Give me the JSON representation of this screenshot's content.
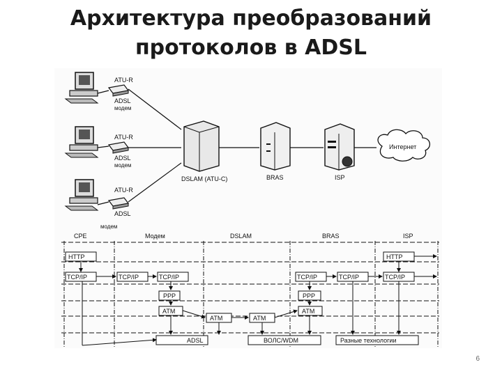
{
  "slide": {
    "title_line1": "Архитектура преобразований",
    "title_line2": "протоколов в ADSL",
    "page_number": "6"
  },
  "diagram": {
    "terminals": [
      {
        "atu": "ATU-R",
        "modem_line1": "ADSL",
        "modem_line2": "модем"
      },
      {
        "atu": "ATU-R",
        "modem_line1": "ADSL",
        "modem_line2": "модем"
      },
      {
        "atu": "ATU-R",
        "modem_line1": "ADSL",
        "modem_line2": "модем"
      }
    ],
    "nodes": {
      "dslam": "DSLAM (ATU-C)",
      "bras": "BRAS",
      "isp": "ISP",
      "internet": "Интернет"
    },
    "stack": {
      "headers": [
        "CPE",
        "Модем",
        "DSLAM",
        "BRAS",
        "ISP"
      ],
      "cpe_http": "HTTP",
      "cpe_tcpip": "TCP/IP",
      "modem_tcpip_1": "TCP/IP",
      "modem_tcpip_2": "TCP/IP",
      "modem_ppp": "PPP",
      "modem_atm": "ATM",
      "dslam_atm_1": "ATM",
      "dslam_atm_2": "ATM",
      "bras_tcpip_1": "TCP/IP",
      "bras_tcpip_2": "TCP/IP",
      "bras_ppp": "PPP",
      "bras_atm": "ATM",
      "isp_http": "HTTP",
      "isp_tcpip": "TCP/IP",
      "phys_adsl": "ADSL",
      "phys_vols": "ВОЛС/WDM",
      "phys_other": "Разные технологии"
    }
  }
}
